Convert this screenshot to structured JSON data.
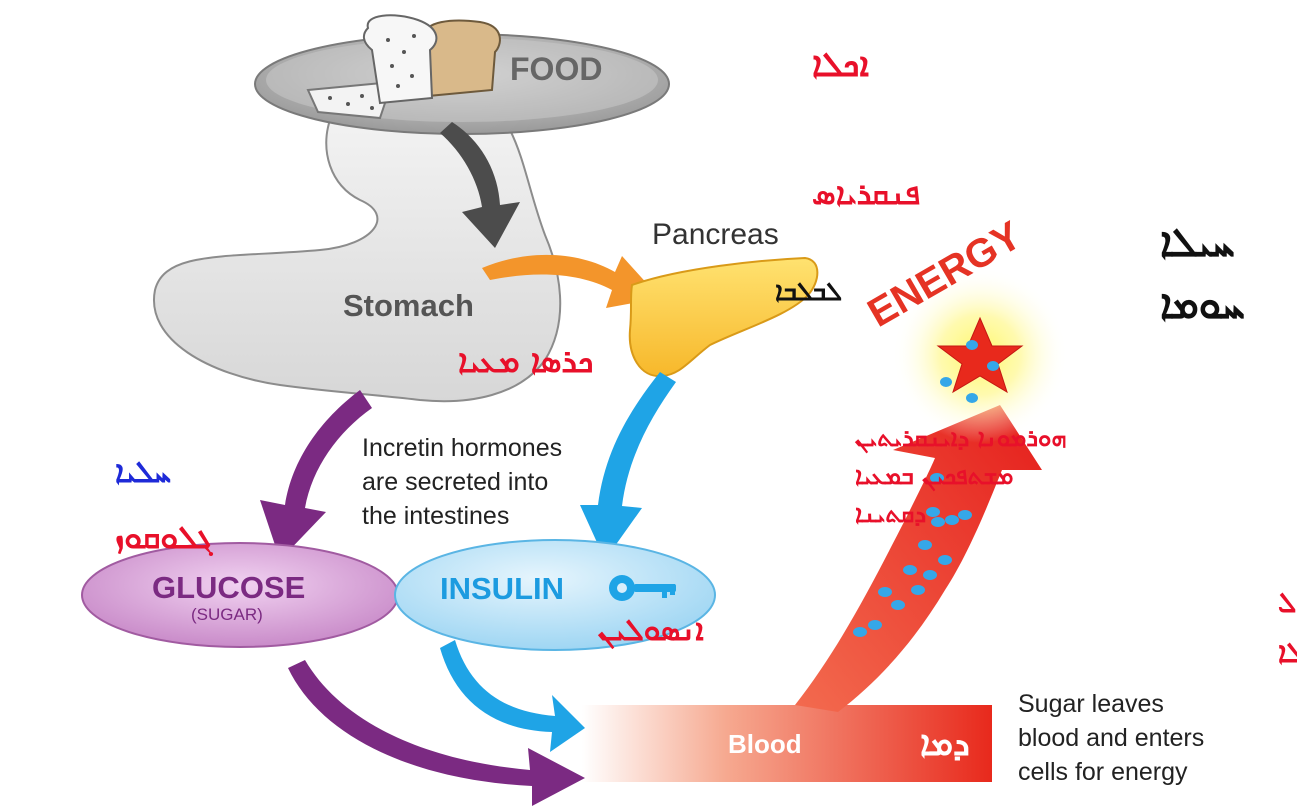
{
  "colors": {
    "syriac_red": "#e8102a",
    "syriac_blue": "#1e2ad8",
    "syriac_black": "#111111",
    "energy_red": "#e53324",
    "purple": "#7b2a82",
    "cyan": "#1fa4e6",
    "orange": "#f3952b"
  },
  "nodes": {
    "food": {
      "label": "FOOD",
      "syriac": "ܐܟܠܐ"
    },
    "stomach": {
      "label": "Stomach",
      "syriac": "ܟܪܣܐ ܡܥܝܐ"
    },
    "pancreas": {
      "label": "Pancreas",
      "syriac_top": "ܦܢܩܪܝܐܣ",
      "syriac_inner": "ܠܒܠܒܐ"
    },
    "glucose": {
      "label": "GLUCOSE",
      "sublabel": "(SUGAR)",
      "syriac_line1": "ܚܠܝܐ",
      "syriac_line2": "ܓܠܘܩܘܙ"
    },
    "insulin": {
      "label": "INSULIN",
      "syriac": "ܐܢܣܘܠܝܢ"
    },
    "blood": {
      "label": "Blood",
      "syriac": "ܕܡܐ"
    },
    "energy": {
      "label": "ENERGY",
      "syriac_line1": "ܚܝܠܐ",
      "syriac_line2": "ܚܘܡܐ"
    }
  },
  "notes": {
    "incretin": {
      "line1": "Incretin hormones",
      "line2": "are secreted into",
      "line3": "the intestines"
    },
    "incretin_syriac": {
      "line1": "ܗܘܪܡܘܢܐ ܕܐܝܢܩܪܝܬܝܢ",
      "line2": "ܡܫܬܦܟܝܢ ܒܡܥܝܐ",
      "line3": "ܕܩܬܝܢܐ"
    },
    "sugar_leaves": {
      "line1": "Sugar leaves",
      "line2": "blood and enters",
      "line3": "cells for energy"
    },
    "sugar_syriac": {
      "line1": "ܢܦܩ ܚܠܝܐ ܡܢ ܕܡܐ ܘܥܐܠ",
      "line2": "ܠܦܓܪܐ ܕܢܗܘܐ ܚܝܠܐ"
    }
  }
}
